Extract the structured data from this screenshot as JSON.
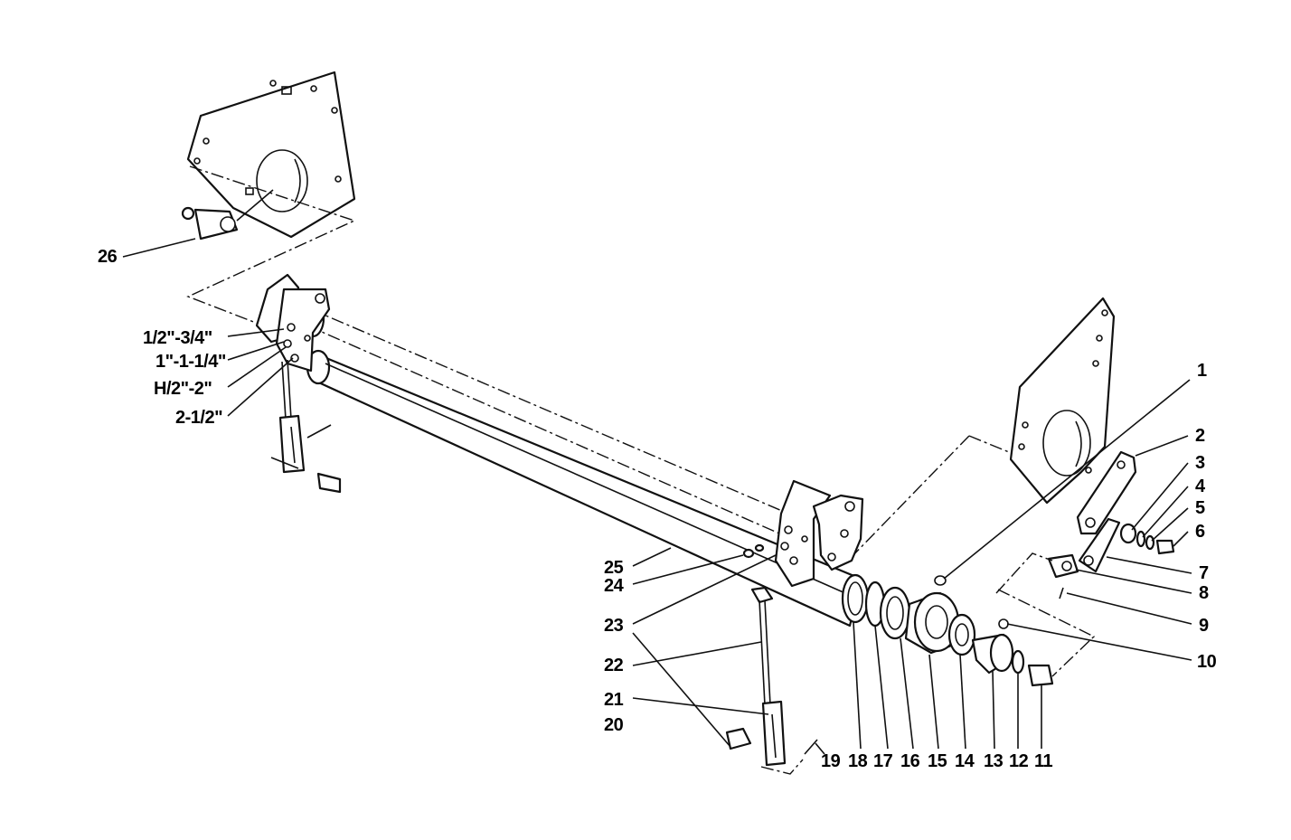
{
  "callouts": {
    "c1": "1",
    "c2": "2",
    "c3": "3",
    "c4": "4",
    "c5": "5",
    "c6": "6",
    "c7": "7",
    "c8": "8",
    "c9": "9",
    "c10": "10",
    "c11": "11",
    "c12": "12",
    "c13": "13",
    "c14": "14",
    "c15": "15",
    "c16": "16",
    "c17": "17",
    "c18": "18",
    "c19": "19",
    "c20": "20",
    "c21": "21",
    "c22": "22",
    "c23": "23",
    "c24": "24",
    "c25": "25",
    "c26": "26"
  },
  "height_labels": {
    "h1": "1/2\"-3/4\"",
    "h2": "1\"-1-1/4\"",
    "h3": "H/2\"-2\"",
    "h4": "2-1/2\""
  }
}
